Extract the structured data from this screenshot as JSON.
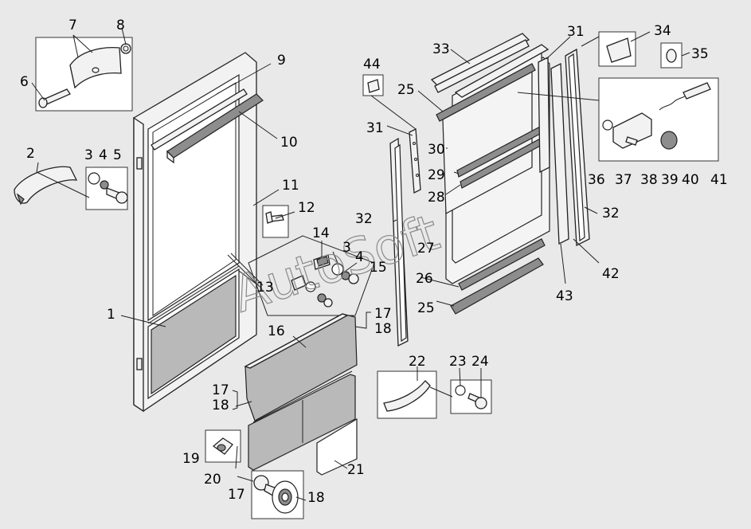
{
  "colors": {
    "background": "#e9e9e9",
    "ink": "#222222",
    "mesh": "#b9b9b9",
    "rubber": "#8d8d8d"
  },
  "watermark": "AutoSoft",
  "callouts": [
    {
      "id": "c1",
      "text": "1"
    },
    {
      "id": "c2",
      "text": "2"
    },
    {
      "id": "c3a",
      "text": "3"
    },
    {
      "id": "c4a",
      "text": "4"
    },
    {
      "id": "c5",
      "text": "5"
    },
    {
      "id": "c6",
      "text": "6"
    },
    {
      "id": "c7",
      "text": "7"
    },
    {
      "id": "c8",
      "text": "8"
    },
    {
      "id": "c9",
      "text": "9"
    },
    {
      "id": "c10",
      "text": "10"
    },
    {
      "id": "c11",
      "text": "11"
    },
    {
      "id": "c12",
      "text": "12"
    },
    {
      "id": "c13",
      "text": "13"
    },
    {
      "id": "c14",
      "text": "14"
    },
    {
      "id": "c3b",
      "text": "3"
    },
    {
      "id": "c4b",
      "text": "4"
    },
    {
      "id": "c15",
      "text": "15"
    },
    {
      "id": "c16",
      "text": "16"
    },
    {
      "id": "c17a",
      "text": "17"
    },
    {
      "id": "c18a",
      "text": "18"
    },
    {
      "id": "c17b",
      "text": "17"
    },
    {
      "id": "c18b",
      "text": "18"
    },
    {
      "id": "c19",
      "text": "19"
    },
    {
      "id": "c20",
      "text": "20"
    },
    {
      "id": "c21",
      "text": "21"
    },
    {
      "id": "c17c",
      "text": "17"
    },
    {
      "id": "c18c",
      "text": "18"
    },
    {
      "id": "c22",
      "text": "22"
    },
    {
      "id": "c23",
      "text": "23"
    },
    {
      "id": "c24",
      "text": "24"
    },
    {
      "id": "c25a",
      "text": "25"
    },
    {
      "id": "c25b",
      "text": "25"
    },
    {
      "id": "c26",
      "text": "26"
    },
    {
      "id": "c27",
      "text": "27"
    },
    {
      "id": "c28",
      "text": "28"
    },
    {
      "id": "c29",
      "text": "29"
    },
    {
      "id": "c30",
      "text": "30"
    },
    {
      "id": "c31a",
      "text": "31"
    },
    {
      "id": "c31b",
      "text": "31"
    },
    {
      "id": "c32a",
      "text": "32"
    },
    {
      "id": "c32b",
      "text": "32"
    },
    {
      "id": "c33",
      "text": "33"
    },
    {
      "id": "c34",
      "text": "34"
    },
    {
      "id": "c35",
      "text": "35"
    },
    {
      "id": "c36",
      "text": "36"
    },
    {
      "id": "c37",
      "text": "37"
    },
    {
      "id": "c38",
      "text": "38"
    },
    {
      "id": "c39",
      "text": "39"
    },
    {
      "id": "c40",
      "text": "40"
    },
    {
      "id": "c41",
      "text": "41"
    },
    {
      "id": "c42",
      "text": "42"
    },
    {
      "id": "c43",
      "text": "43"
    },
    {
      "id": "c44",
      "text": "44"
    }
  ]
}
